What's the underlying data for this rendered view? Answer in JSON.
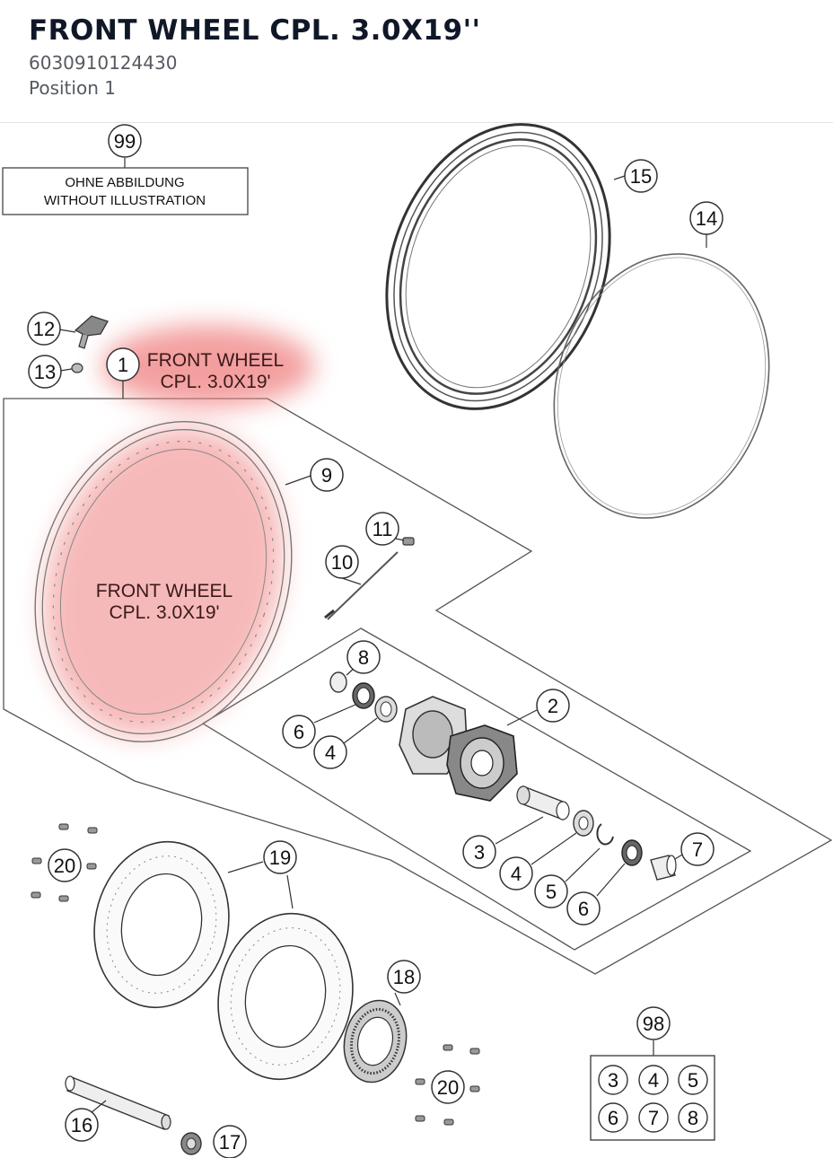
{
  "header": {
    "title": "FRONT WHEEL CPL. 3.0X19''",
    "part_number": "6030910124430",
    "position": "Position 1"
  },
  "diagram": {
    "note_box": {
      "callout": "99",
      "line1": "OHNE ABBILDUNG",
      "line2": "WITHOUT ILLUSTRATION"
    },
    "highlight_label": {
      "callout": "1",
      "line1": "FRONT WHEEL",
      "line2": "CPL. 3.0X19'"
    },
    "rim_label": {
      "line1": "FRONT WHEEL",
      "line2": "CPL. 3.0X19'"
    },
    "callouts": {
      "c15": "15",
      "c14": "14",
      "c12": "12",
      "c13": "13",
      "c9": "9",
      "c11": "11",
      "c10": "10",
      "c8": "8",
      "c2": "2",
      "c6a": "6",
      "c4a": "4",
      "c3": "3",
      "c4b": "4",
      "c5": "5",
      "c6b": "6",
      "c7": "7",
      "c20a": "20",
      "c19": "19",
      "c18": "18",
      "c20b": "20",
      "c16": "16",
      "c17": "17"
    },
    "kit_box": {
      "callout": "98",
      "items": [
        "3",
        "4",
        "5",
        "6",
        "7",
        "8"
      ]
    },
    "colors": {
      "highlight": "#f08080",
      "line": "#333333",
      "part_stroke": "#555555"
    }
  }
}
